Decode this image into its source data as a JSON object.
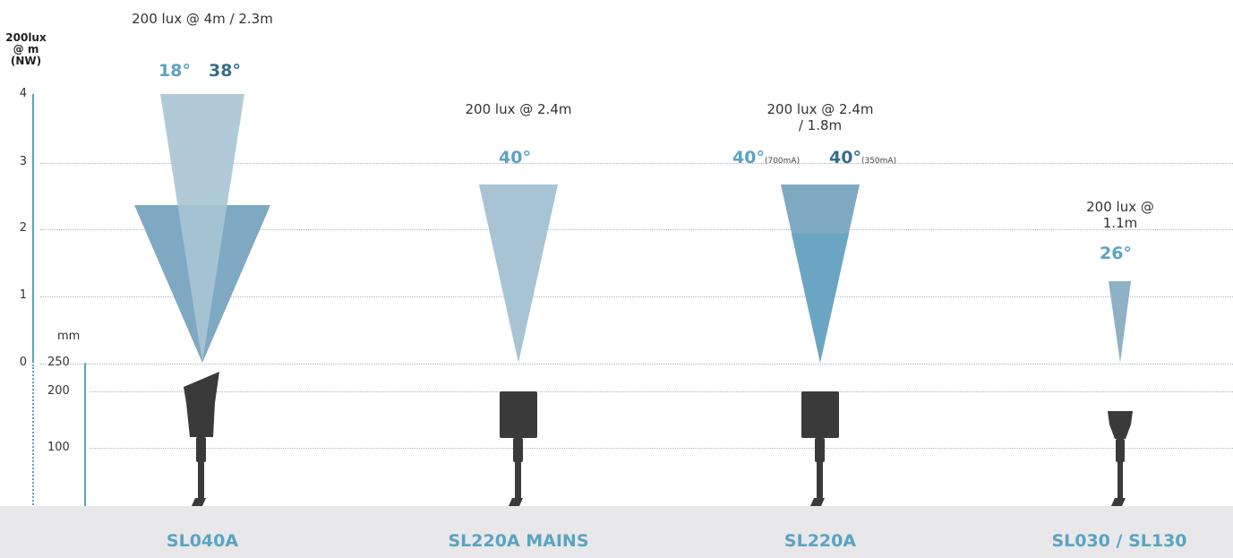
{
  "axis": {
    "title": "200lux @ m (NW)",
    "ticks": [
      "4",
      "3",
      "2",
      "1",
      "0"
    ],
    "mm_title": "mm",
    "mm_ticks": [
      "250",
      "200",
      "100"
    ]
  },
  "products": [
    {
      "model": "SL040A",
      "caption": "200 lux @ 4m / 2.3m",
      "angles": [
        "18°",
        "38°"
      ],
      "distance_m": [
        4,
        2.3
      ]
    },
    {
      "model": "SL220A MAINS",
      "caption": "200 lux @ 2.4m",
      "angles": [
        "40°"
      ],
      "distance_m": [
        2.4
      ]
    },
    {
      "model": "SL220A",
      "caption": "200 lux @ 2.4m / 1.8m",
      "angles": [
        "40°",
        "40°"
      ],
      "angle_notes": [
        "(700mA)",
        "(350mA)"
      ],
      "distance_m": [
        2.4,
        1.8
      ]
    },
    {
      "model": "SL030 / SL130",
      "caption": "200 lux @ 1.1m",
      "angles": [
        "26°"
      ],
      "distance_m": [
        1.1
      ]
    }
  ],
  "colors": {
    "accent": "#5aa3c3",
    "dark_accent": "#356e8c",
    "beam_light": "#a8c4d4",
    "beam_mid": "#7fa9c2",
    "fixture": "#3a3a3a",
    "footer_bg": "#e8e8ea"
  }
}
